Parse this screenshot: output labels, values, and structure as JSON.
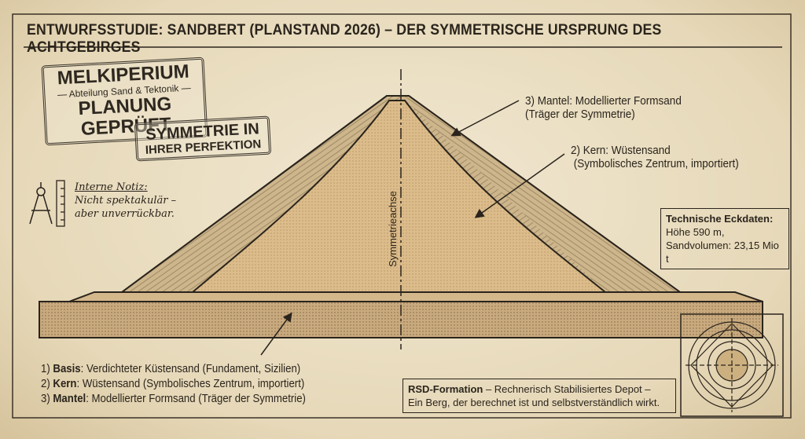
{
  "title": "ENTWURFSSTUDIE: SANDBERT (PLANSTAND 2026) – DER SYMMETRISCHE URSPRUNG DES ACHTGEBIRGES",
  "stamp1": {
    "line1": "MELKIPERIUM",
    "line2": "— Abteilung Sand & Tektonik —",
    "line3": "PLANUNG GEPRÜFT"
  },
  "stamp2": {
    "line1": "SYMMETRIE IN",
    "line2": "IHRER PERFEKTION"
  },
  "note": {
    "heading": "Interne Notiz:",
    "line1": "Nicht spektakulär –",
    "line2": "aber unverrückbar."
  },
  "axis_label": "Symmetrieachse",
  "callouts": {
    "mantel": [
      "3) Mantel: Modellierter Formsand",
      "(Träger der Symmetrie)"
    ],
    "kern": [
      "2) Kern: Wüstensand",
      " (Symbolisches Zentrum, importiert)"
    ]
  },
  "tech": {
    "heading": "Technische Eckdaten:",
    "line1": "Höhe 590 m,",
    "line2": "Sandvolumen: 23,15 Mio t"
  },
  "legend": [
    {
      "num": "1)",
      "name": "Basis",
      "text": ": Verdichteter Küstensand (Fundament, Sizilien)"
    },
    {
      "num": "2)",
      "name": "Kern",
      "text": ": Wüstensand (Symbolisches Zentrum, importiert)"
    },
    {
      "num": "3)",
      "name": "Mantel",
      "text": ": Modellierter Formsand (Träger der Symmetrie)"
    }
  ],
  "rsd": {
    "name": "RSD-Formation",
    "line1": " – Rechnerisch Stabilisiertes Depot –",
    "line2": "Ein Berg, der berechnet ist und selbstverständlich wirkt."
  }
}
